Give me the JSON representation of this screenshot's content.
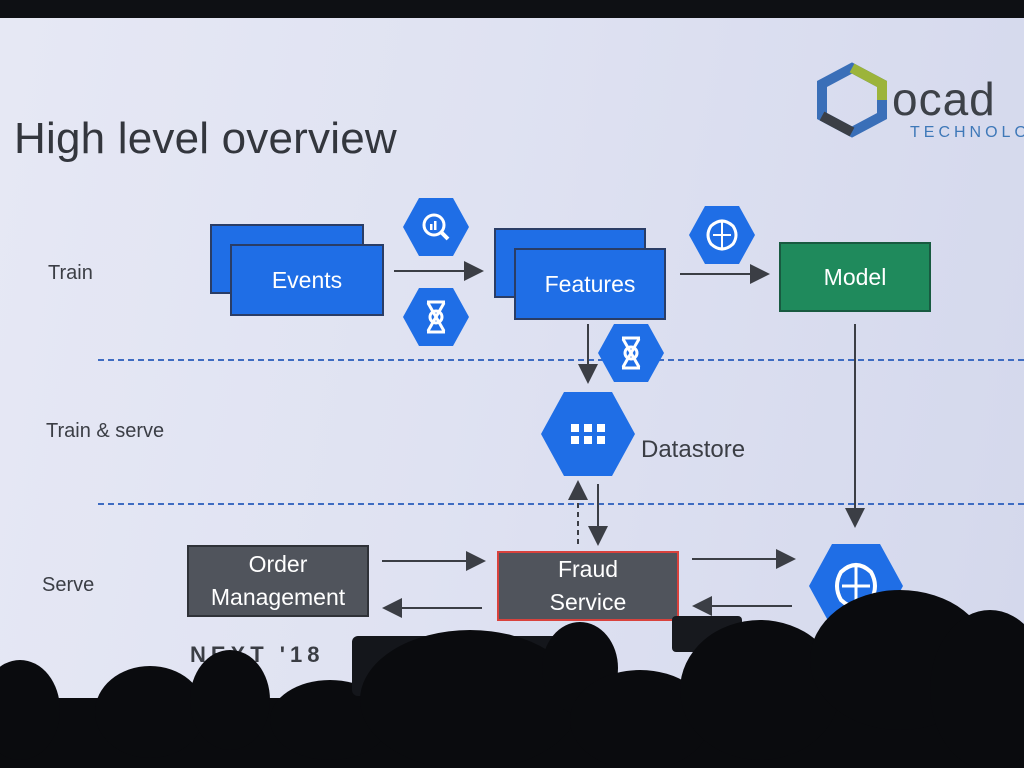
{
  "slide": {
    "title": "High level overview",
    "brand": {
      "word": "ocad",
      "sub": "TECHNOLO"
    },
    "event_logo": "NEXT '18"
  },
  "rows": [
    {
      "label": "Train"
    },
    {
      "label": "Train & serve"
    },
    {
      "label": "Serve"
    }
  ],
  "nodes": {
    "events": "Events",
    "features": "Features",
    "model": "Model",
    "datastore": "Datastore",
    "order_management": "Order Management",
    "fraud_service": "Fraud Service"
  },
  "icons": {
    "bigquery": "bigquery-icon",
    "dataflow": "dataflow-icon",
    "ml_engine": "ml-engine-icon",
    "datastore": "datastore-icon"
  },
  "colors": {
    "node_blue": "#1f6ee6",
    "model_green": "#1f8a5c",
    "service_gray": "#50545c",
    "fraud_border": "#d9423d",
    "hex_blue": "#1f6ee6",
    "dash_line": "#3e6cc2"
  }
}
